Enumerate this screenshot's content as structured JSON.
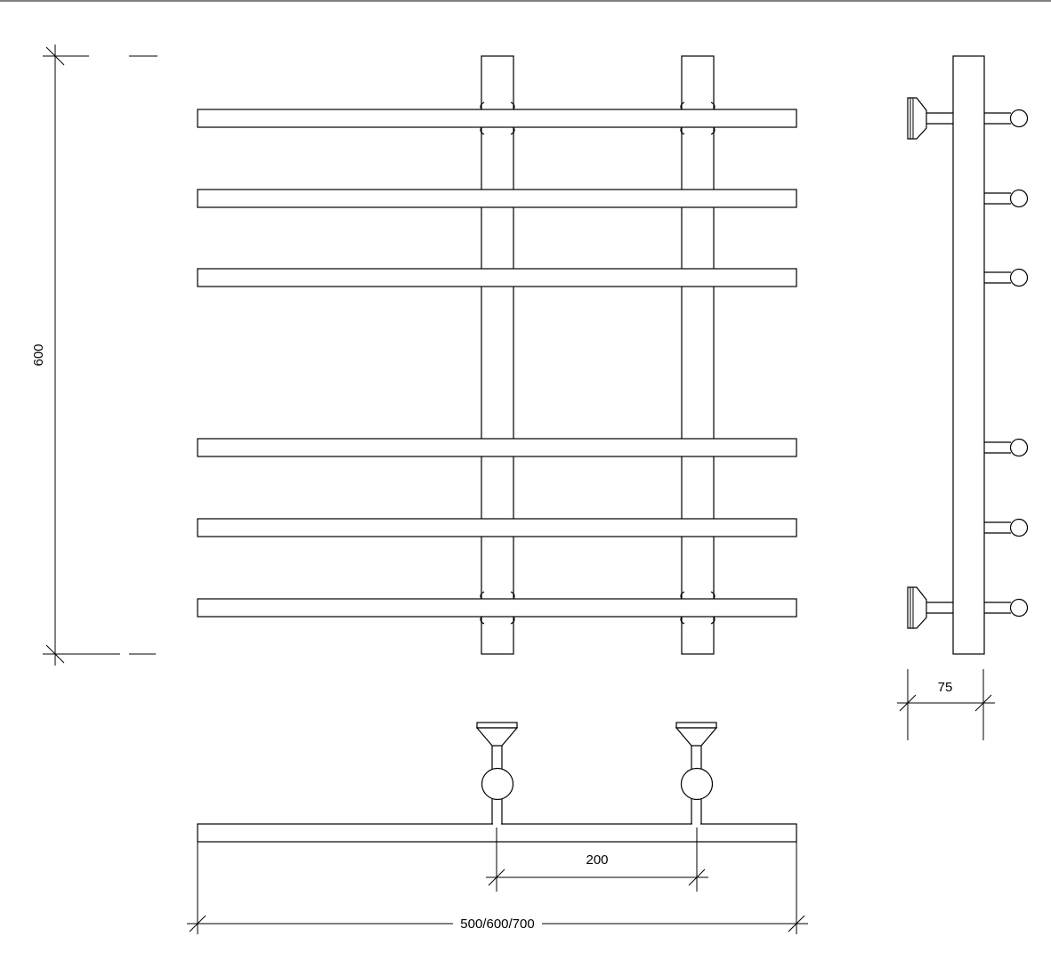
{
  "drawing": {
    "dimensions": {
      "height": "600",
      "depth": "75",
      "center_spacing": "200",
      "width": "500/600/700"
    },
    "line_color": "#000000",
    "background": "#ffffff"
  }
}
